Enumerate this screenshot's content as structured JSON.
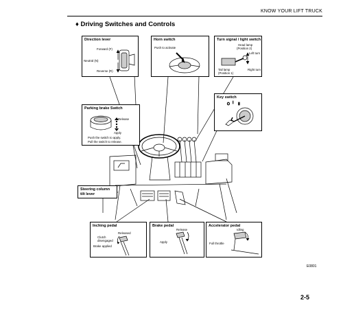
{
  "header": {
    "section": "KNOW YOUR LIFT TRUCK"
  },
  "title": "♦ Driving Switches and Controls",
  "boxes": {
    "direction_lever": {
      "title": "Direction lever",
      "forward": "Forward (F)",
      "neutral": "Neutral (N)",
      "reverse": "Reverse (R)"
    },
    "horn_switch": {
      "title": "Horn switch",
      "push": "Push to activate"
    },
    "turn_signal": {
      "title": "Turn signal / light switch",
      "head_lamp": "Head lamp\n(Position 2)",
      "head_lamp_1": "Head lamp",
      "head_lamp_2": "(Position 2)",
      "left_turn": "Left turn",
      "tail_lamp_1": "Tail lamp",
      "tail_lamp_2": "(Position 1)",
      "right_turn": "Right turn"
    },
    "key_switch": {
      "title": "Key switch"
    },
    "parking_brake": {
      "title": "Parking brake Switch",
      "release": "Release",
      "apply": "Apply",
      "note_1": "Push the switch to apply.",
      "note_2": "Pull the switch to release."
    },
    "steering_column": {
      "title_1": "Steering column",
      "title_2": "tilt lever"
    },
    "inching_pedal": {
      "title": "Inching pedal",
      "released": "Released",
      "clutch_1": "Clutch",
      "clutch_2": "disengaged",
      "brake_applied": "Brake applied"
    },
    "brake_pedal": {
      "title": "Brake pedal",
      "release": "Release",
      "apply": "Apply"
    },
    "accelerator_pedal": {
      "title": "Accelerator pedal",
      "idling": "Idling",
      "full_throttle": "Full throttle"
    }
  },
  "figure_code": "E0801",
  "page_number": "2-5"
}
